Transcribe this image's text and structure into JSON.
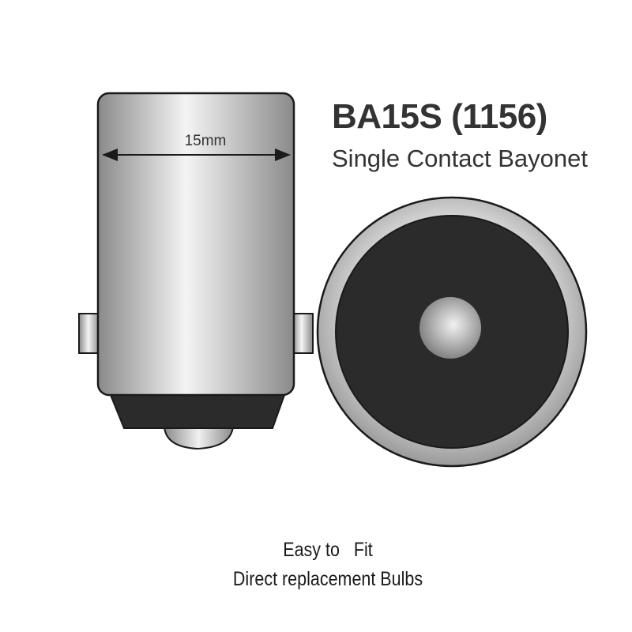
{
  "title": "BA15S (1156)",
  "subtitle": "Single Contact Bayonet",
  "dimension_label": "15mm",
  "captions": {
    "line1": "Easy to   Fit",
    "line2": "Direct replacement Bulbs"
  },
  "colors": {
    "stroke": "#1a1a1a",
    "shell_light": "#f4f4f4",
    "shell_dark": "#8a8a8a",
    "insulator": "#2b2b2b",
    "contact_light": "#f2f2f2",
    "contact_dark": "#7a7a7a",
    "text": "#333333"
  }
}
